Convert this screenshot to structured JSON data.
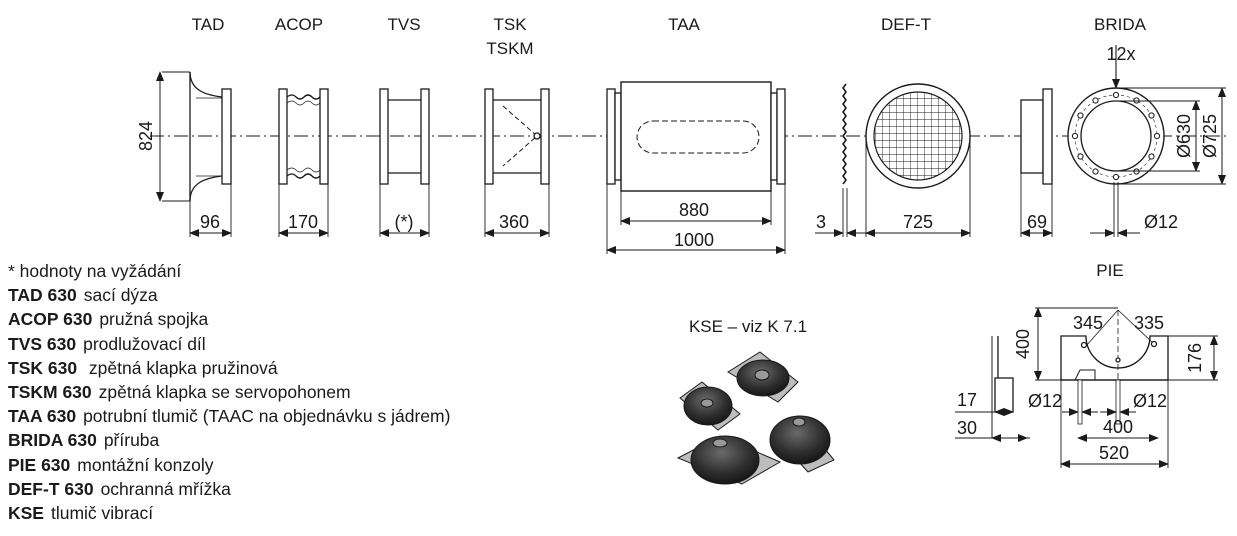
{
  "components": {
    "tad": "TAD",
    "acop": "ACOP",
    "tvs": "TVS",
    "tsk": "TSK",
    "tskm": "TSKM",
    "taa": "TAA",
    "deft": "DEF-T",
    "brida": "BRIDA"
  },
  "dimensions": {
    "tad_height": "824",
    "tad_length": "96",
    "acop_length": "170",
    "tvs_length": "(*)",
    "tsk_length": "360",
    "taa_body": "880",
    "taa_total": "1000",
    "deft_depth": "3",
    "deft_diameter": "725",
    "flange_width": "69",
    "brida_holes": "12x",
    "brida_inner": "Ø630",
    "brida_outer": "Ø725",
    "brida_hole": "Ø12"
  },
  "kse_caption": "KSE – viz K 7.1",
  "pie": {
    "title": "PIE",
    "d400v": "400",
    "a345": "345",
    "a335": "335",
    "d176": "176",
    "d17": "17",
    "d30": "30",
    "hole_left": "Ø12",
    "hole_right": "Ø12",
    "d400h": "400",
    "d520": "520"
  },
  "note": "* hodnoty na vyžádání",
  "legend": [
    {
      "code": "TAD 630",
      "text": "sací dýza"
    },
    {
      "code": "ACOP 630",
      "text": "pružná spojka"
    },
    {
      "code": "TVS 630",
      "text": "prodlužovací díl"
    },
    {
      "code": "TSK 630",
      "text": " zpětná klapka pružinová"
    },
    {
      "code": "TSKM 630",
      "text": "zpětná klapka se servopohonem"
    },
    {
      "code": "TAA 630",
      "text": "potrubní tlumič (TAAC na objednávku s jádrem)"
    },
    {
      "code": "BRIDA 630",
      "text": "příruba"
    },
    {
      "code": "PIE 630",
      "text": "montážní konzoly"
    },
    {
      "code": "DEF-T 630",
      "text": "ochranná mřížka"
    },
    {
      "code": "KSE",
      "text": "tlumič vibrací"
    }
  ]
}
